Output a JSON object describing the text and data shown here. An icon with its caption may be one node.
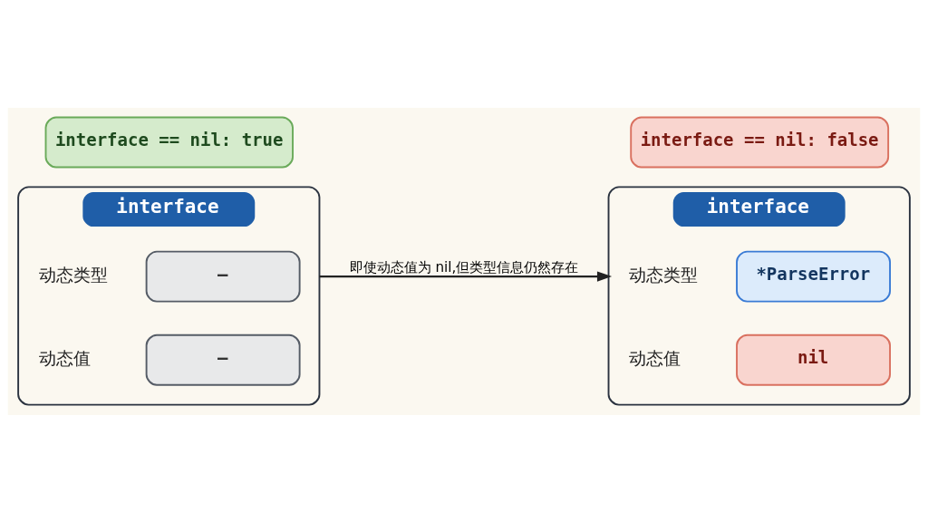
{
  "diagram": {
    "nodes": [
      {
        "text": [
          "interface"
        ]
      },
      {
        "text": [
          "—"
        ],
        "beside": [
          "动态类型"
        ],
        "in": 0
      },
      {
        "text": [
          "—"
        ],
        "beside": [
          "动态值"
        ],
        "in": 0
      },
      {
        "text": [
          "interface == nil: true"
        ]
      },
      {
        "text": [
          "interface"
        ]
      },
      {
        "text": [
          "*ParseError"
        ],
        "beside": [
          "动态类型"
        ],
        "in": 4
      },
      {
        "text": [
          "nil"
        ],
        "beside": [
          "动态值"
        ],
        "in": 4
      },
      {
        "text": [
          "interface == nil: false"
        ]
      }
    ],
    "edges": [
      {
        "from": 0,
        "to": 4,
        "arrow": "to",
        "label": "即使动态值为 nil,但类型信息仍然存在"
      }
    ]
  }
}
